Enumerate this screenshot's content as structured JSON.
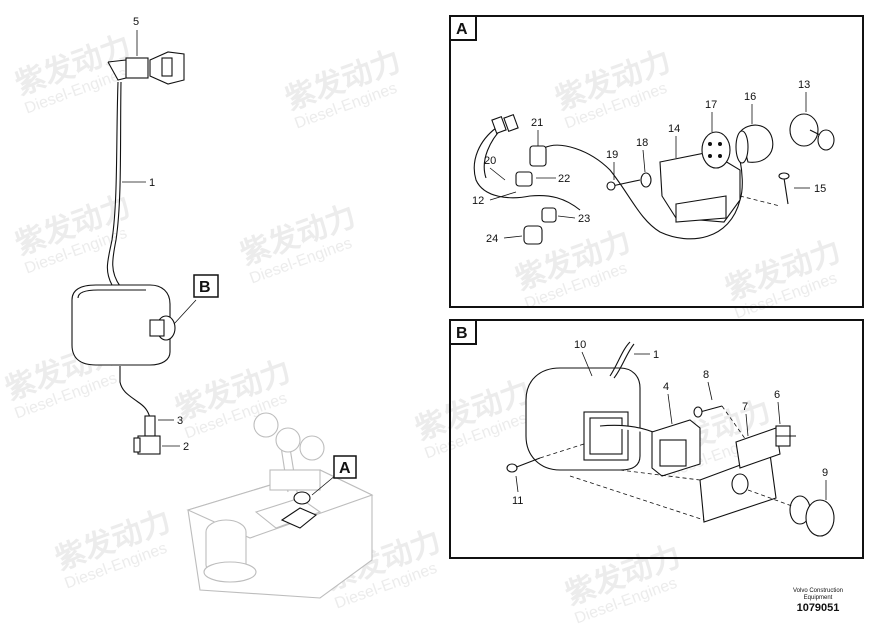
{
  "watermark": {
    "cn": "紫发动力",
    "en": "Diesel-Engines"
  },
  "callouts": {
    "A": "A",
    "B": "B"
  },
  "panel_a": {
    "label": "A",
    "parts": [
      "21",
      "17",
      "16",
      "13",
      "20",
      "18",
      "19",
      "14",
      "22",
      "12",
      "23",
      "15",
      "24"
    ]
  },
  "panel_b": {
    "label": "B",
    "parts": [
      "10",
      "1",
      "4",
      "8",
      "7",
      "6",
      "11",
      "9"
    ]
  },
  "main": {
    "parts": [
      "5",
      "1",
      "3",
      "2"
    ]
  },
  "footer": {
    "line1": "Volvo Construction",
    "line2": "Equipment",
    "number": "1079051"
  }
}
